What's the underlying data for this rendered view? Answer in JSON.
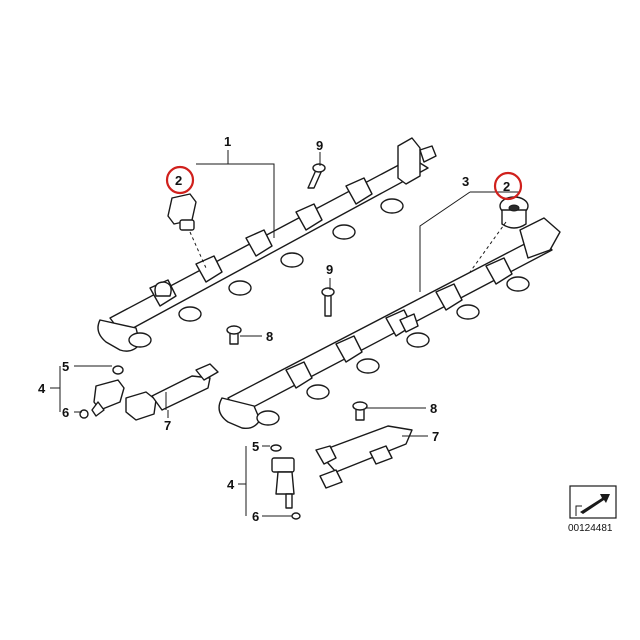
{
  "colors": {
    "line": "#1a1a1a",
    "highlight": "#d0201c",
    "background": "#ffffff"
  },
  "callouts": {
    "rail_left": "1",
    "sensor_left": "2",
    "sensor_right": "2",
    "rail_right": "3",
    "injector_left_group": "4",
    "injector_bottom_group": "4",
    "oring_left_top": "5",
    "oring_bottom_top": "5",
    "oring_left_bottom": "6",
    "oring_bottom_bottom": "6",
    "clip_left": "7",
    "clip_right": "7",
    "screw_left": "8",
    "screw_right": "8",
    "bolt_top": "9",
    "bolt_middle": "9"
  },
  "reference_number": "00124481",
  "icons": {
    "corner": "arrow-folder-icon"
  }
}
